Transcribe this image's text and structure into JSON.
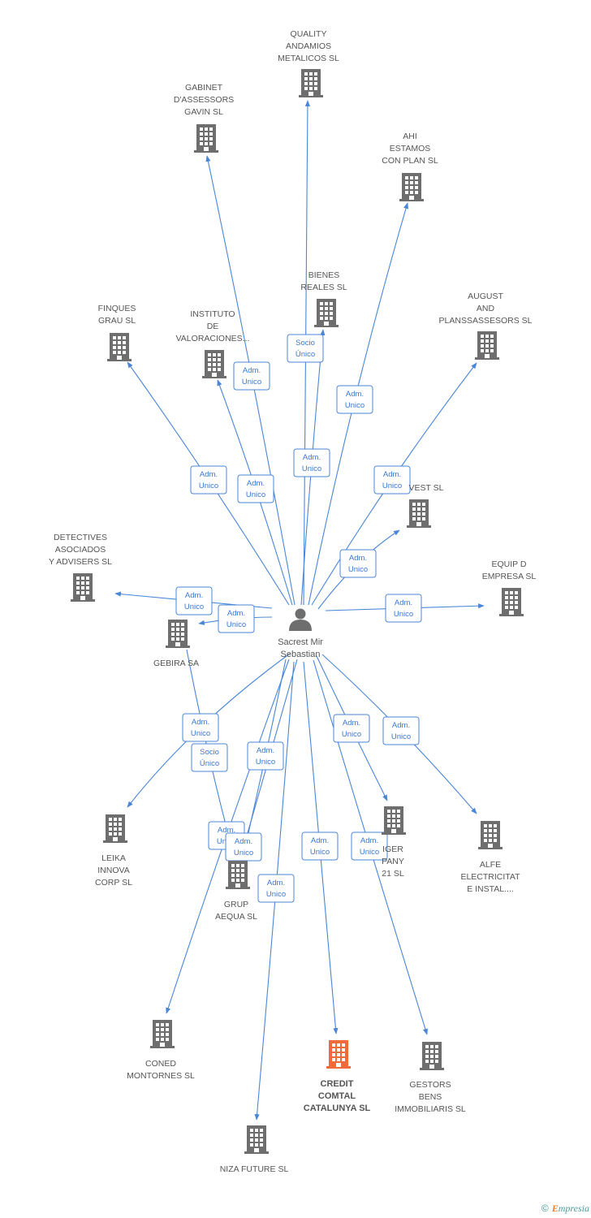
{
  "center": {
    "lines": [
      "Sacrest Mir",
      "Sebastian"
    ],
    "icon": "person-icon"
  },
  "colors": {
    "edge": "#4a86d8",
    "building": "#6e6e6e",
    "focus_building": "#f06a3a"
  },
  "nodes": [
    {
      "id": "quality",
      "lines": [
        "QUALITY",
        "ANDAMIOS",
        "METALICOS SL"
      ],
      "focus": false
    },
    {
      "id": "gabinet",
      "lines": [
        "GABINET",
        "D'ASSESSORS",
        "GAVIN SL"
      ],
      "focus": false
    },
    {
      "id": "ahi",
      "lines": [
        "AHI",
        "ESTAMOS",
        "CON PLAN SL"
      ],
      "focus": false
    },
    {
      "id": "bienes",
      "lines": [
        "BIENES",
        "REALES SL"
      ],
      "focus": false
    },
    {
      "id": "finques",
      "lines": [
        "FINQUES",
        "GRAU SL"
      ],
      "focus": false
    },
    {
      "id": "instituto",
      "lines": [
        "INSTITUTO",
        "DE",
        "VALORACIONES..."
      ],
      "focus": false
    },
    {
      "id": "august",
      "lines": [
        "AUGUST",
        "AND",
        "PLANSSASSESORS SL"
      ],
      "focus": false
    },
    {
      "id": "vest",
      "lines": [
        "VEST SL"
      ],
      "focus": false
    },
    {
      "id": "detectives",
      "lines": [
        "DETECTIVES",
        "ASOCIADOS",
        "Y ADVISERS SL"
      ],
      "focus": false
    },
    {
      "id": "equip",
      "lines": [
        "EQUIP D",
        "EMPRESA SL"
      ],
      "focus": false
    },
    {
      "id": "gebira",
      "lines": [
        "GEBIRA SA"
      ],
      "focus": false
    },
    {
      "id": "leika",
      "lines": [
        "LEIKA",
        "INNOVA",
        "CORP SL"
      ],
      "focus": false
    },
    {
      "id": "tiger",
      "lines": [
        "IGER",
        "PANY",
        "21 SL"
      ],
      "focus": false
    },
    {
      "id": "alfe",
      "lines": [
        "ALFE",
        "ELECTRICITAT",
        "E INSTAL...."
      ],
      "focus": false
    },
    {
      "id": "grup",
      "lines": [
        "GRUP",
        "AEQUA SL"
      ],
      "focus": false
    },
    {
      "id": "coned",
      "lines": [
        "CONED",
        "MONTORNES SL"
      ],
      "focus": false
    },
    {
      "id": "credit",
      "lines": [
        "CREDIT",
        "COMTAL",
        "CATALUNYA SL"
      ],
      "focus": true
    },
    {
      "id": "gestors",
      "lines": [
        "GESTORS",
        "BENS",
        "IMMOBILIARIS SL"
      ],
      "focus": false
    },
    {
      "id": "niza",
      "lines": [
        "NIZA FUTURE SL"
      ],
      "focus": false
    }
  ],
  "edges": [
    {
      "to": "quality",
      "badge": [
        "Socio",
        "Único"
      ]
    },
    {
      "to": "gabinet",
      "badge": [
        "Adm.",
        "Unico"
      ]
    },
    {
      "to": "ahi",
      "badge": [
        "Adm.",
        "Unico"
      ]
    },
    {
      "to": "bienes",
      "badge": [
        "Adm.",
        "Unico"
      ]
    },
    {
      "to": "finques",
      "badge": [
        "Adm.",
        "Unico"
      ]
    },
    {
      "to": "instituto",
      "badge": [
        "Adm.",
        "Unico"
      ]
    },
    {
      "to": "august",
      "badge": [
        "Adm.",
        "Unico"
      ]
    },
    {
      "to": "vest",
      "badge": [
        "Adm.",
        "Unico"
      ]
    },
    {
      "to": "detectives",
      "badge": [
        "Adm.",
        "Unico"
      ]
    },
    {
      "to": "gebira",
      "badge": [
        "Adm.",
        "Unico"
      ]
    },
    {
      "to": "equip",
      "badge": [
        "Adm.",
        "Unico"
      ]
    },
    {
      "to": "leika",
      "badge": [
        "Adm.",
        "Unico"
      ]
    },
    {
      "to": "grup",
      "badge": [
        "Socio",
        "Único"
      ]
    },
    {
      "to": "tiger",
      "badge": [
        "Adm.",
        "Unico"
      ]
    },
    {
      "to": "alfe",
      "badge": [
        "Adm.",
        "Unico"
      ]
    },
    {
      "to": "coned",
      "badge": [
        "Adm.",
        "Unico"
      ]
    },
    {
      "to": "credit",
      "badge": [
        "Adm.",
        "Unico"
      ]
    },
    {
      "to": "gestors",
      "badge": [
        "Adm.",
        "Unico"
      ]
    },
    {
      "to": "niza",
      "badge": [
        "Adm.",
        "Unico"
      ]
    },
    {
      "to": "grup2",
      "badge": [
        "Adm.",
        "Unico"
      ]
    },
    {
      "to": "grup3",
      "badge": [
        "Adm.",
        "Unico"
      ]
    }
  ],
  "footer": {
    "copyright": "©",
    "brand_initial": "E",
    "brand_rest": "mpresia"
  }
}
